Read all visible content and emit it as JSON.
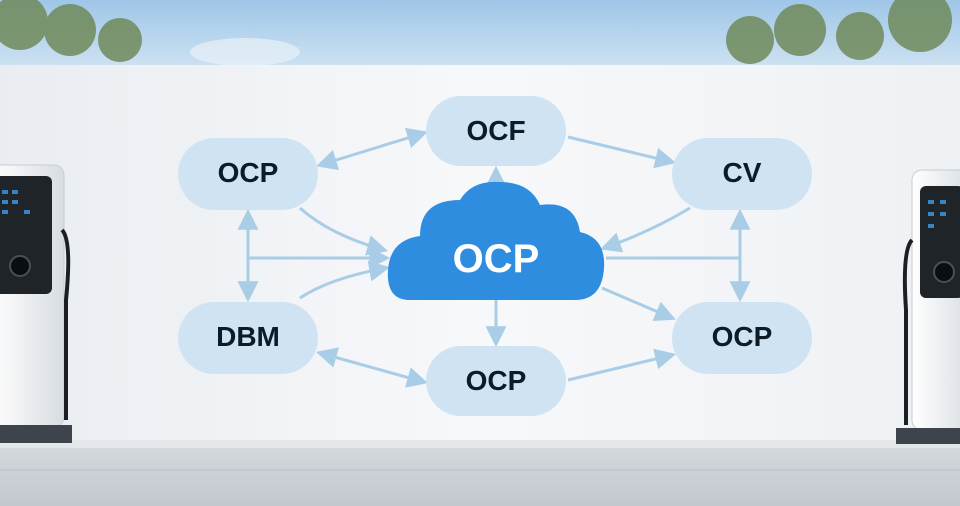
{
  "diagram": {
    "center": {
      "label": "OCP"
    },
    "nodes": {
      "top": {
        "label": "OCF"
      },
      "top_left": {
        "label": "OCP"
      },
      "top_right": {
        "label": "CV"
      },
      "bottom_left": {
        "label": "DBM"
      },
      "bottom": {
        "label": "OCP"
      },
      "bottom_right": {
        "label": "OCP"
      }
    }
  },
  "colors": {
    "sky": "#a9cdea",
    "wall": "#f3f5f7",
    "node_fill": "#cfe3f3",
    "node_text": "#0d1b26",
    "cloud_fill": "#2f8de0",
    "cloud_text": "#ffffff",
    "arrow": "#a9cde6",
    "ground": "#c9ced3"
  },
  "icons": [
    "ev-charger-left-icon",
    "ev-charger-right-icon",
    "tree-icon"
  ]
}
